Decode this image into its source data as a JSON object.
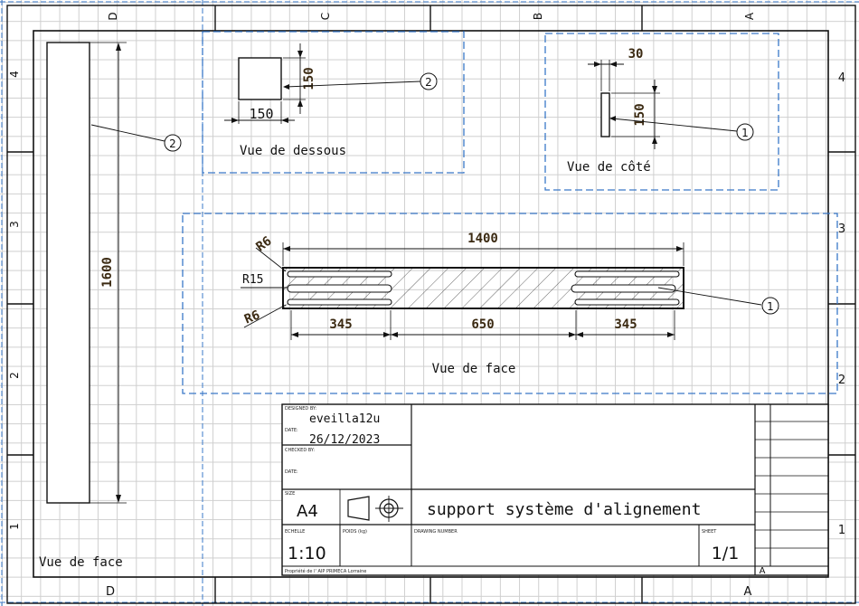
{
  "zones": {
    "top": [
      "D",
      "C",
      "B",
      "A"
    ],
    "bottom": [
      "D",
      "A"
    ],
    "left": [
      "4",
      "3",
      "2",
      "1"
    ],
    "right": [
      "4",
      "3",
      "2",
      "1"
    ]
  },
  "views": {
    "front_left": {
      "label": "Vue de face",
      "height": "1600",
      "balloon": "2"
    },
    "bottom": {
      "label": "Vue de dessous",
      "width": "150",
      "height": "150",
      "balloon": "2"
    },
    "side": {
      "label": "Vue de côté",
      "width": "30",
      "height": "150",
      "balloon": "1"
    },
    "front": {
      "label": "Vue de face",
      "length": "1400",
      "radius_top": "R6",
      "radius_mid": "R15",
      "radius_bottom": "R6",
      "segment_left": "345",
      "segment_mid": "650",
      "segment_right": "345",
      "balloon": "1"
    }
  },
  "title_block": {
    "designed_by_label": "DESIGNED BY:",
    "designer": "eveilla12u",
    "date_label": "DATE:",
    "date": "26/12/2023",
    "checked_by_label": "CHECKED BY:",
    "date2_label": "DATE:",
    "size_label": "SIZE",
    "size": "A4",
    "title": "support système d'alignement",
    "scale_label": "ECHELLE",
    "scale": "1:10",
    "weight_label": "POIDS (kg)",
    "drawing_number_label": "DRAWING NUMBER",
    "sheet_label": "SHEET",
    "sheet": "1/1",
    "rev": "A",
    "owner": "Propriété de l' AIP PRIMECA Lorraine"
  }
}
